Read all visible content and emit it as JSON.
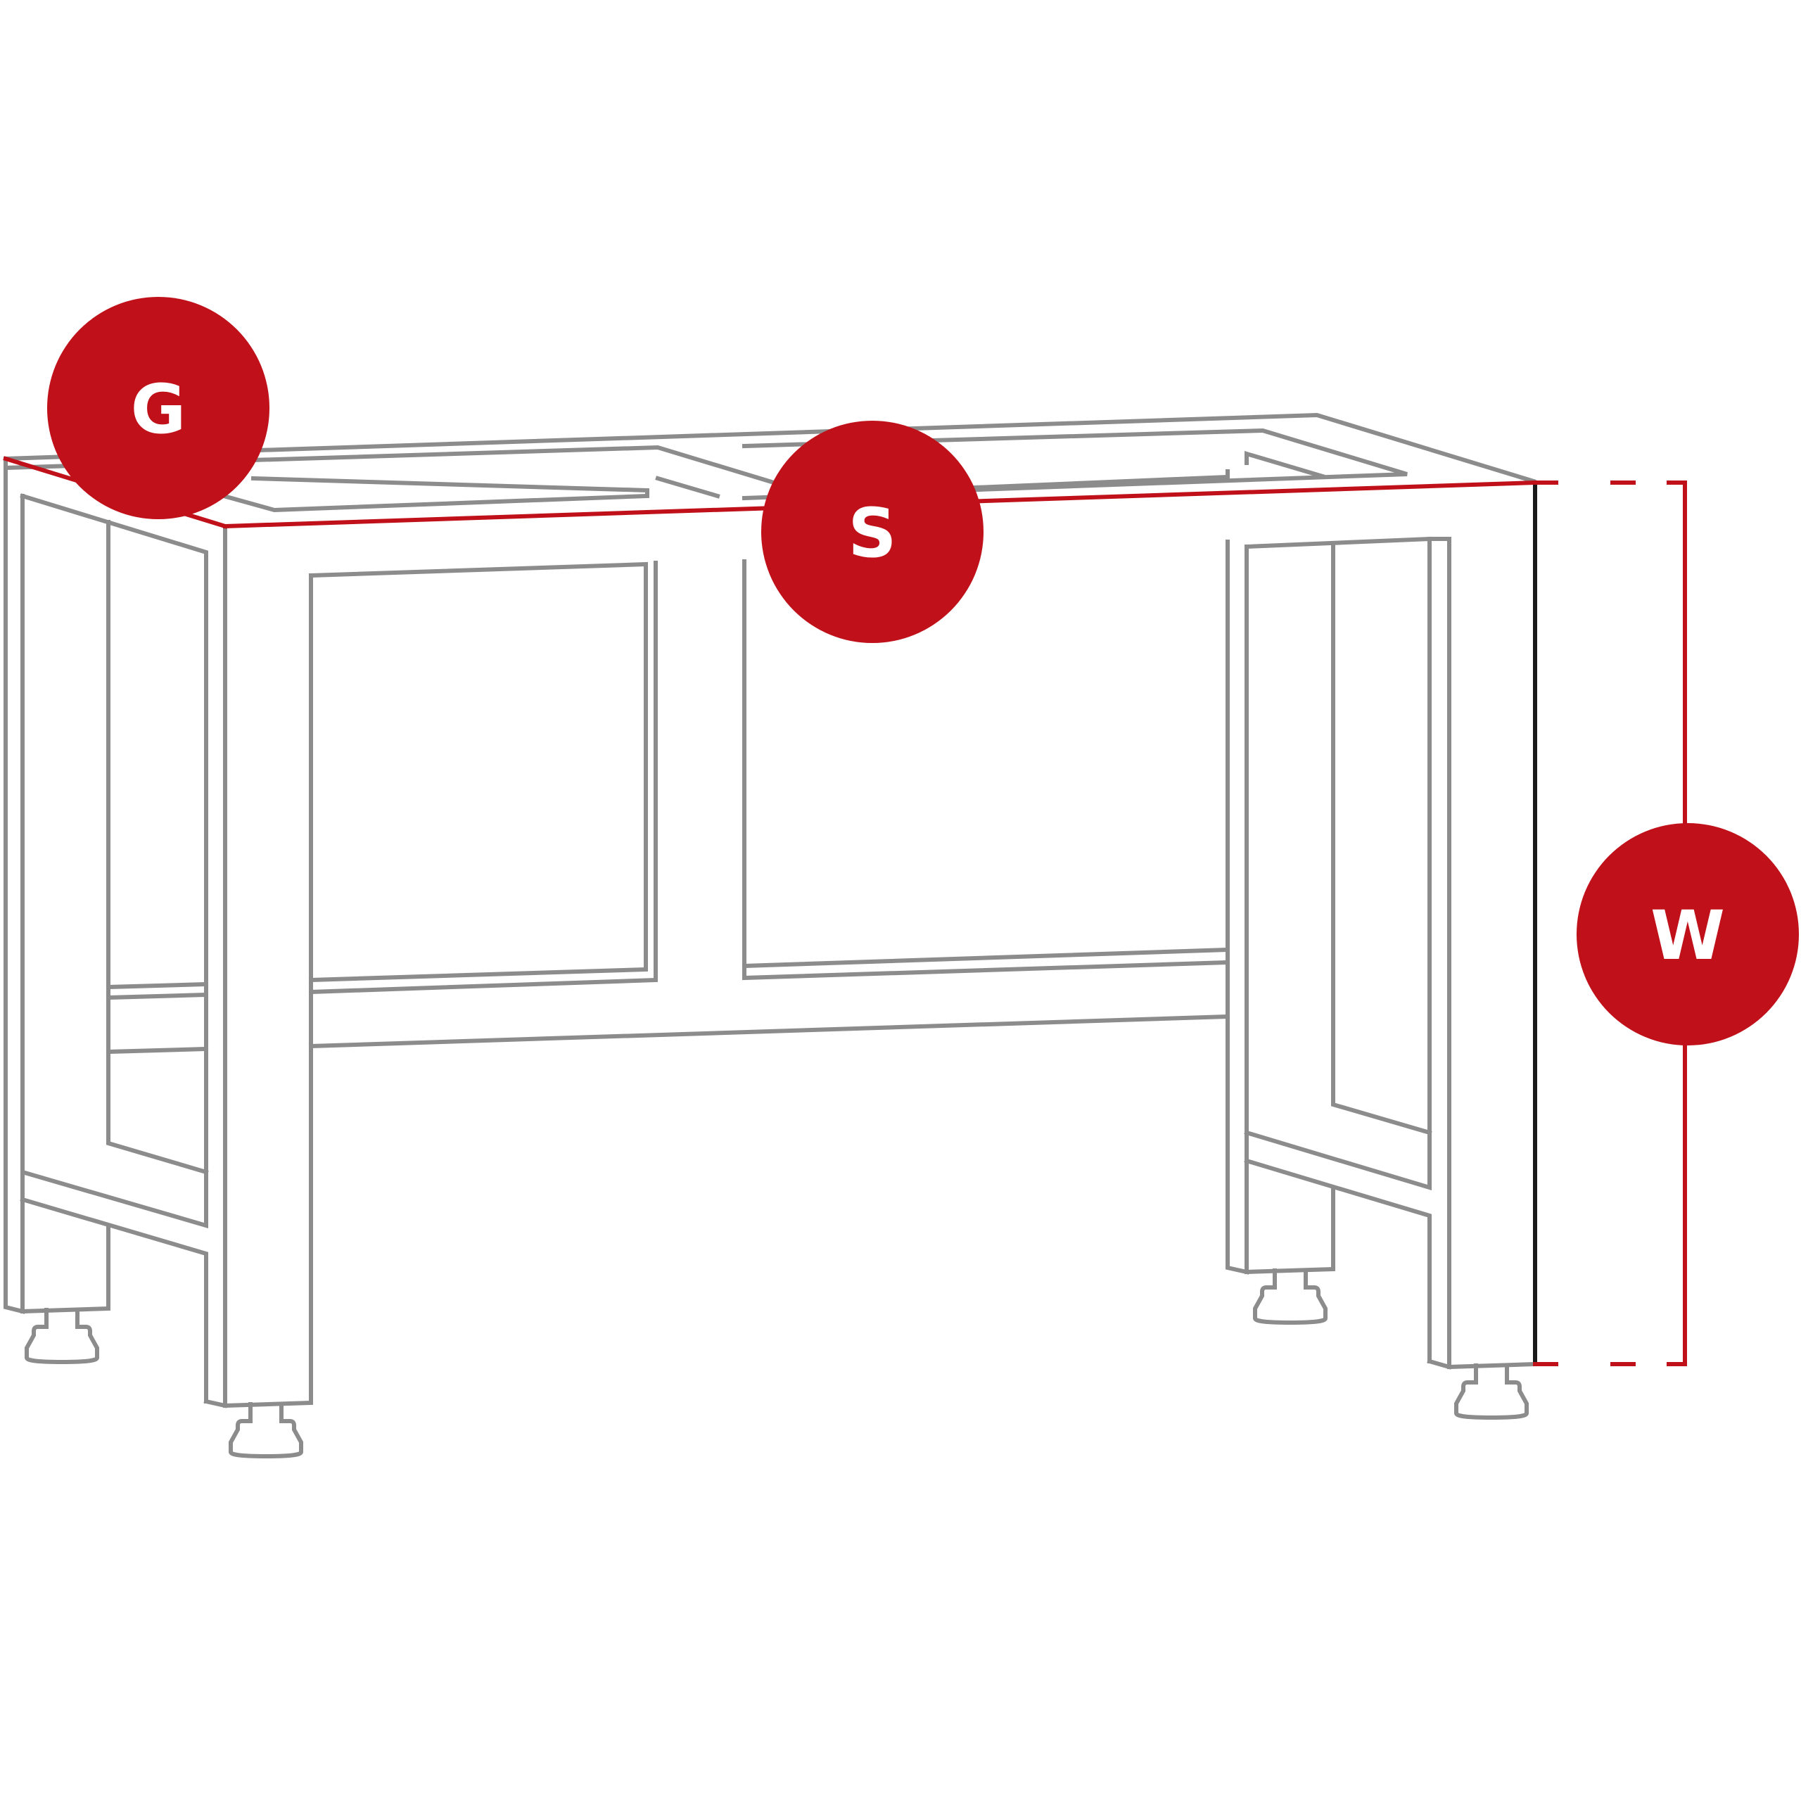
{
  "diagram": {
    "badges": [
      {
        "id": "G",
        "label": "G"
      },
      {
        "id": "S",
        "label": "S"
      },
      {
        "id": "W",
        "label": "W"
      }
    ],
    "colors": {
      "frame": "#8c8c8c",
      "accent": "#c0111a",
      "badge_text": "#ffffff",
      "measure": "#1a1a1a",
      "background": "#ffffff"
    }
  }
}
